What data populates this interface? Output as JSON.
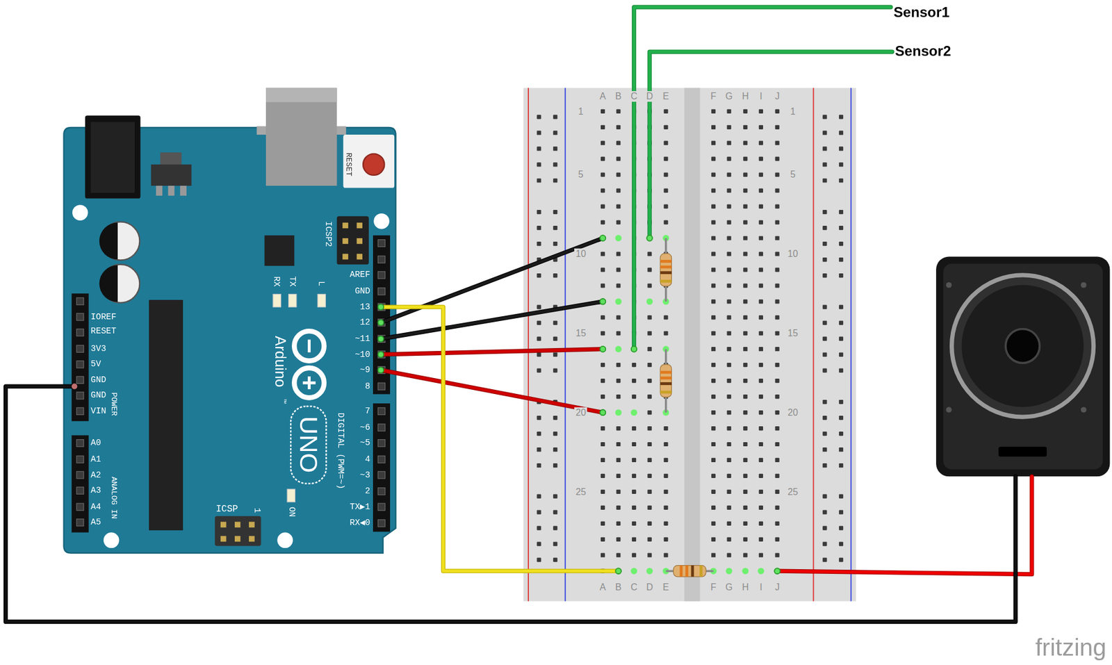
{
  "diagram": {
    "labels": [
      "Sensor1",
      "Sensor2",
      "RESET",
      "ICSP2",
      "AREF",
      "GND",
      "13",
      "12",
      "~11",
      "~10",
      "~9",
      "8",
      "7",
      "~6",
      "~5",
      "4",
      "~3",
      "2",
      "TX▶1",
      "RX◀0",
      "RX",
      "TX",
      "L",
      "Arduino",
      "UNO",
      "DIGITAL (PWM=~)",
      "IOREF",
      "RESET",
      "3V3",
      "5V",
      "GND",
      "GND",
      "VIN",
      "POWER",
      "A0",
      "A1",
      "A2",
      "A3",
      "A4",
      "A5",
      "ANALOG IN",
      "ICSP",
      "1",
      "ON",
      "™",
      "A",
      "B",
      "C",
      "D",
      "E",
      "F",
      "G",
      "H",
      "I",
      "J",
      "1",
      "5",
      "10",
      "15",
      "20",
      "25",
      "1",
      "5",
      "10",
      "15",
      "20",
      "25",
      "A",
      "B",
      "C",
      "D",
      "E",
      "F",
      "G",
      "H",
      "I",
      "J",
      "fritzing"
    ]
  }
}
